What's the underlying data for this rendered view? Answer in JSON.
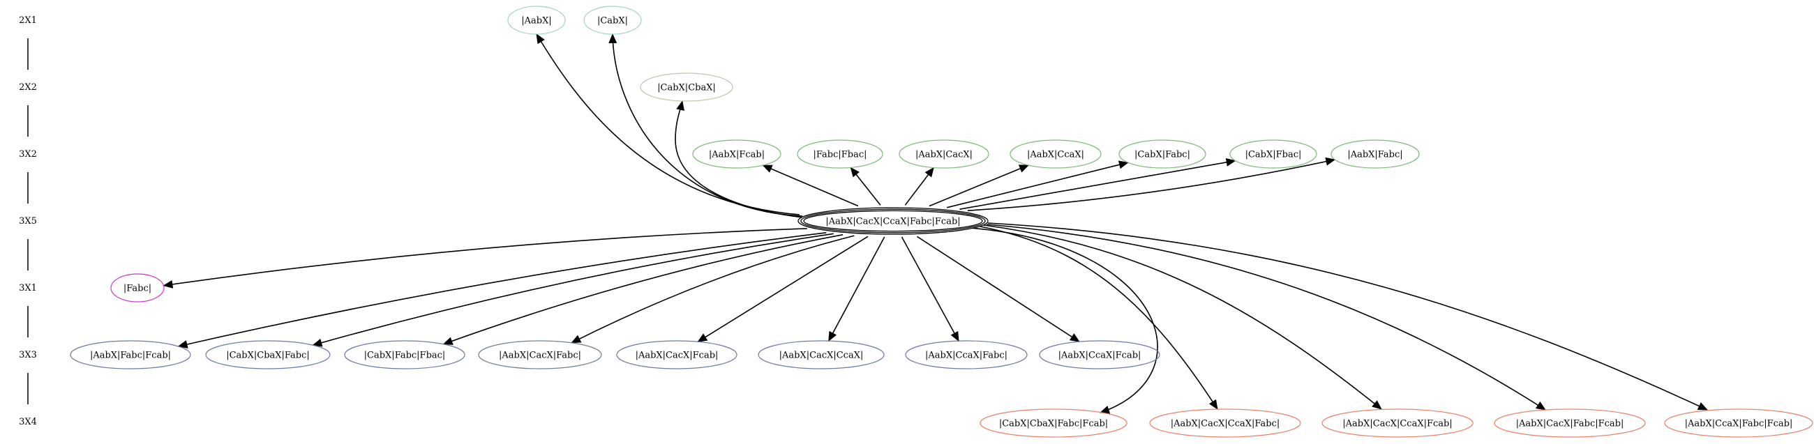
{
  "rank_labels": [
    "2X1",
    "2X2",
    "3X2",
    "3X5",
    "3X1",
    "3X3",
    "3X4"
  ],
  "colors": {
    "rank_2X1": "#9fd4c9",
    "rank_2X2": "#c8c2ad",
    "rank_3X2": "#7fb87b",
    "rank_3X5": "#000000",
    "rank_3X1": "#cc33cc",
    "rank_3X3": "#6f7aa8",
    "rank_3X3_filled": "#708090",
    "rank_3X4": "#e8836b",
    "edge": "#000000"
  },
  "center": {
    "label": "|AabX|CacX|CcaX|Fabc|Fcab|",
    "rank": "3X5"
  },
  "nodes": [
    {
      "id": "n1",
      "label": "|AabX|",
      "rank": "2X1"
    },
    {
      "id": "n2",
      "label": "|CabX|",
      "rank": "2X1"
    },
    {
      "id": "n3",
      "label": "|CabX|CbaX|",
      "rank": "2X2"
    },
    {
      "id": "n4",
      "label": "|AabX|Fcab|",
      "rank": "3X2"
    },
    {
      "id": "n5",
      "label": "|Fabc|Fbac|",
      "rank": "3X2"
    },
    {
      "id": "n6",
      "label": "|AabX|CacX|",
      "rank": "3X2"
    },
    {
      "id": "n7",
      "label": "|AabX|CcaX|",
      "rank": "3X2"
    },
    {
      "id": "n8",
      "label": "|CabX|Fabc|",
      "rank": "3X2"
    },
    {
      "id": "n9",
      "label": "|CabX|Fbac|",
      "rank": "3X2"
    },
    {
      "id": "n10",
      "label": "|AabX|Fabc|",
      "rank": "3X2"
    },
    {
      "id": "n11",
      "label": "|Fabc|",
      "rank": "3X1"
    },
    {
      "id": "n12",
      "label": "|AabX|Fabc|Fcab|",
      "rank": "3X3"
    },
    {
      "id": "n13",
      "label": "|CabX|CbaX|Fabc|",
      "rank": "3X3"
    },
    {
      "id": "n14",
      "label": "|CabX|Fabc|Fbac|",
      "rank": "3X3"
    },
    {
      "id": "n15",
      "label": "|AabX|CacX|Fabc|",
      "rank": "3X3",
      "filled": true
    },
    {
      "id": "n16",
      "label": "|AabX|CacX|Fcab|",
      "rank": "3X3"
    },
    {
      "id": "n17",
      "label": "|AabX|CacX|CcaX|",
      "rank": "3X3"
    },
    {
      "id": "n18",
      "label": "|AabX|CcaX|Fabc|",
      "rank": "3X3"
    },
    {
      "id": "n19",
      "label": "|AabX|CcaX|Fcab|",
      "rank": "3X3"
    },
    {
      "id": "n20",
      "label": "|CabX|CbaX|Fabc|Fcab|",
      "rank": "3X4"
    },
    {
      "id": "n21",
      "label": "|AabX|CacX|CcaX|Fabc|",
      "rank": "3X4"
    },
    {
      "id": "n22",
      "label": "|AabX|CacX|CcaX|Fcab|",
      "rank": "3X4"
    },
    {
      "id": "n23",
      "label": "|AabX|CacX|Fabc|Fcab|",
      "rank": "3X4"
    },
    {
      "id": "n24",
      "label": "|AabX|CcaX|Fabc|Fcab|",
      "rank": "3X4"
    }
  ],
  "edges": [
    {
      "from": "center",
      "to": "n1"
    },
    {
      "from": "center",
      "to": "n2"
    },
    {
      "from": "center",
      "to": "n3"
    },
    {
      "from": "center",
      "to": "n4"
    },
    {
      "from": "center",
      "to": "n5"
    },
    {
      "from": "center",
      "to": "n6"
    },
    {
      "from": "center",
      "to": "n7"
    },
    {
      "from": "center",
      "to": "n8"
    },
    {
      "from": "center",
      "to": "n9"
    },
    {
      "from": "center",
      "to": "n10"
    },
    {
      "from": "center",
      "to": "n11"
    },
    {
      "from": "center",
      "to": "n12"
    },
    {
      "from": "center",
      "to": "n13"
    },
    {
      "from": "center",
      "to": "n14"
    },
    {
      "from": "center",
      "to": "n15"
    },
    {
      "from": "center",
      "to": "n16"
    },
    {
      "from": "center",
      "to": "n17"
    },
    {
      "from": "center",
      "to": "n18"
    },
    {
      "from": "center",
      "to": "n19"
    },
    {
      "from": "center",
      "to": "n20"
    },
    {
      "from": "center",
      "to": "n21"
    },
    {
      "from": "center",
      "to": "n22"
    },
    {
      "from": "center",
      "to": "n23"
    },
    {
      "from": "center",
      "to": "n24"
    }
  ]
}
